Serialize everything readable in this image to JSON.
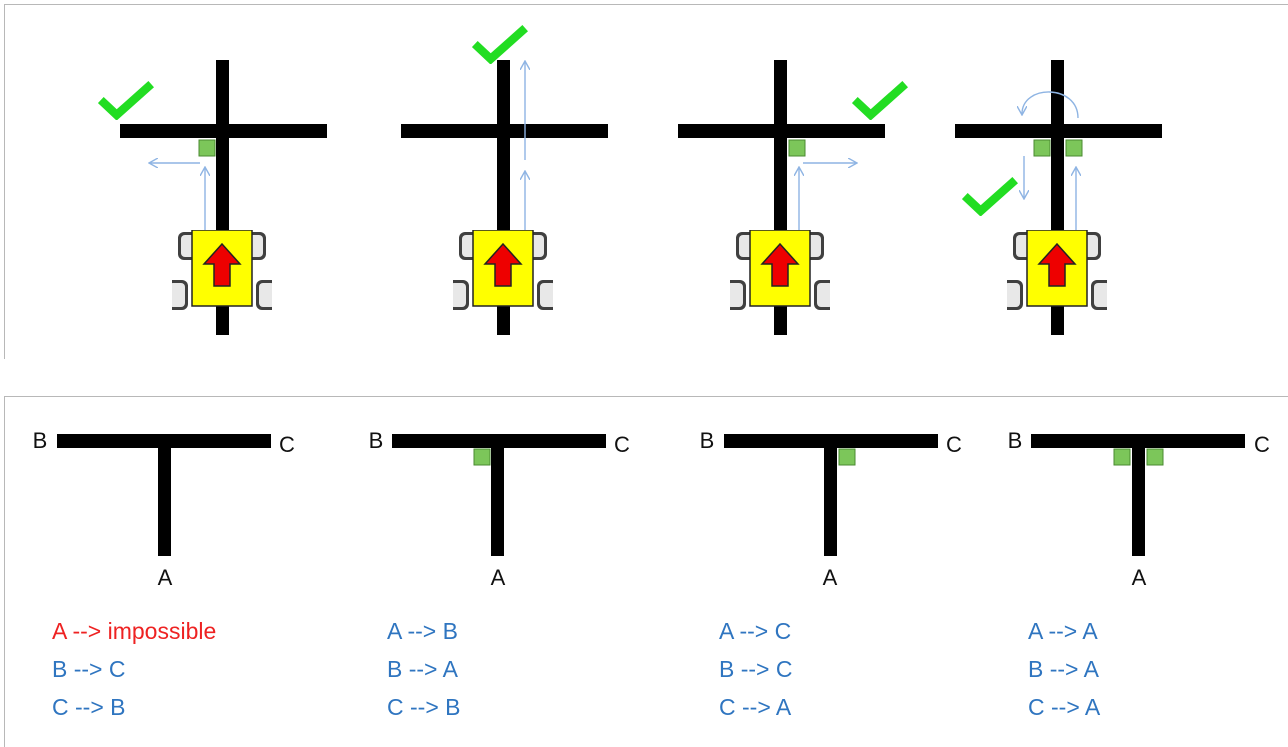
{
  "caption": "",
  "colors": {
    "track": "#000000",
    "marker": "#7cc65a",
    "check": "#22dd22",
    "path_arrow": "#8eb4e3",
    "robot_body": "#ffff00",
    "robot_arrow": "#ee0000",
    "rule_impossible": "#ee2222",
    "rule_normal": "#2f75c0"
  },
  "icons": [
    "checkmark-icon",
    "robot-icon",
    "path-arrow-icon",
    "u-turn-arrow-icon"
  ],
  "scenarios": [
    {
      "labels": {
        "a": "A",
        "b": "B",
        "c": "C"
      },
      "rules": [
        {
          "text": "A --> impossible",
          "status": "impossible"
        },
        {
          "text": "B --> C",
          "status": "normal"
        },
        {
          "text": "C --> B",
          "status": "normal"
        }
      ]
    },
    {
      "labels": {
        "a": "A",
        "b": "B",
        "c": "C"
      },
      "rules": [
        {
          "text": "A --> B",
          "status": "normal"
        },
        {
          "text": "B --> A",
          "status": "normal"
        },
        {
          "text": "C --> B",
          "status": "normal"
        }
      ]
    },
    {
      "labels": {
        "a": "A",
        "b": "B",
        "c": "C"
      },
      "rules": [
        {
          "text": "A --> C",
          "status": "normal"
        },
        {
          "text": "B --> C",
          "status": "normal"
        },
        {
          "text": "C --> A",
          "status": "normal"
        }
      ]
    },
    {
      "labels": {
        "a": "A",
        "b": "B",
        "c": "C"
      },
      "rules": [
        {
          "text": "A --> A",
          "status": "normal"
        },
        {
          "text": "B --> A",
          "status": "normal"
        },
        {
          "text": "C --> A",
          "status": "normal"
        }
      ]
    }
  ]
}
